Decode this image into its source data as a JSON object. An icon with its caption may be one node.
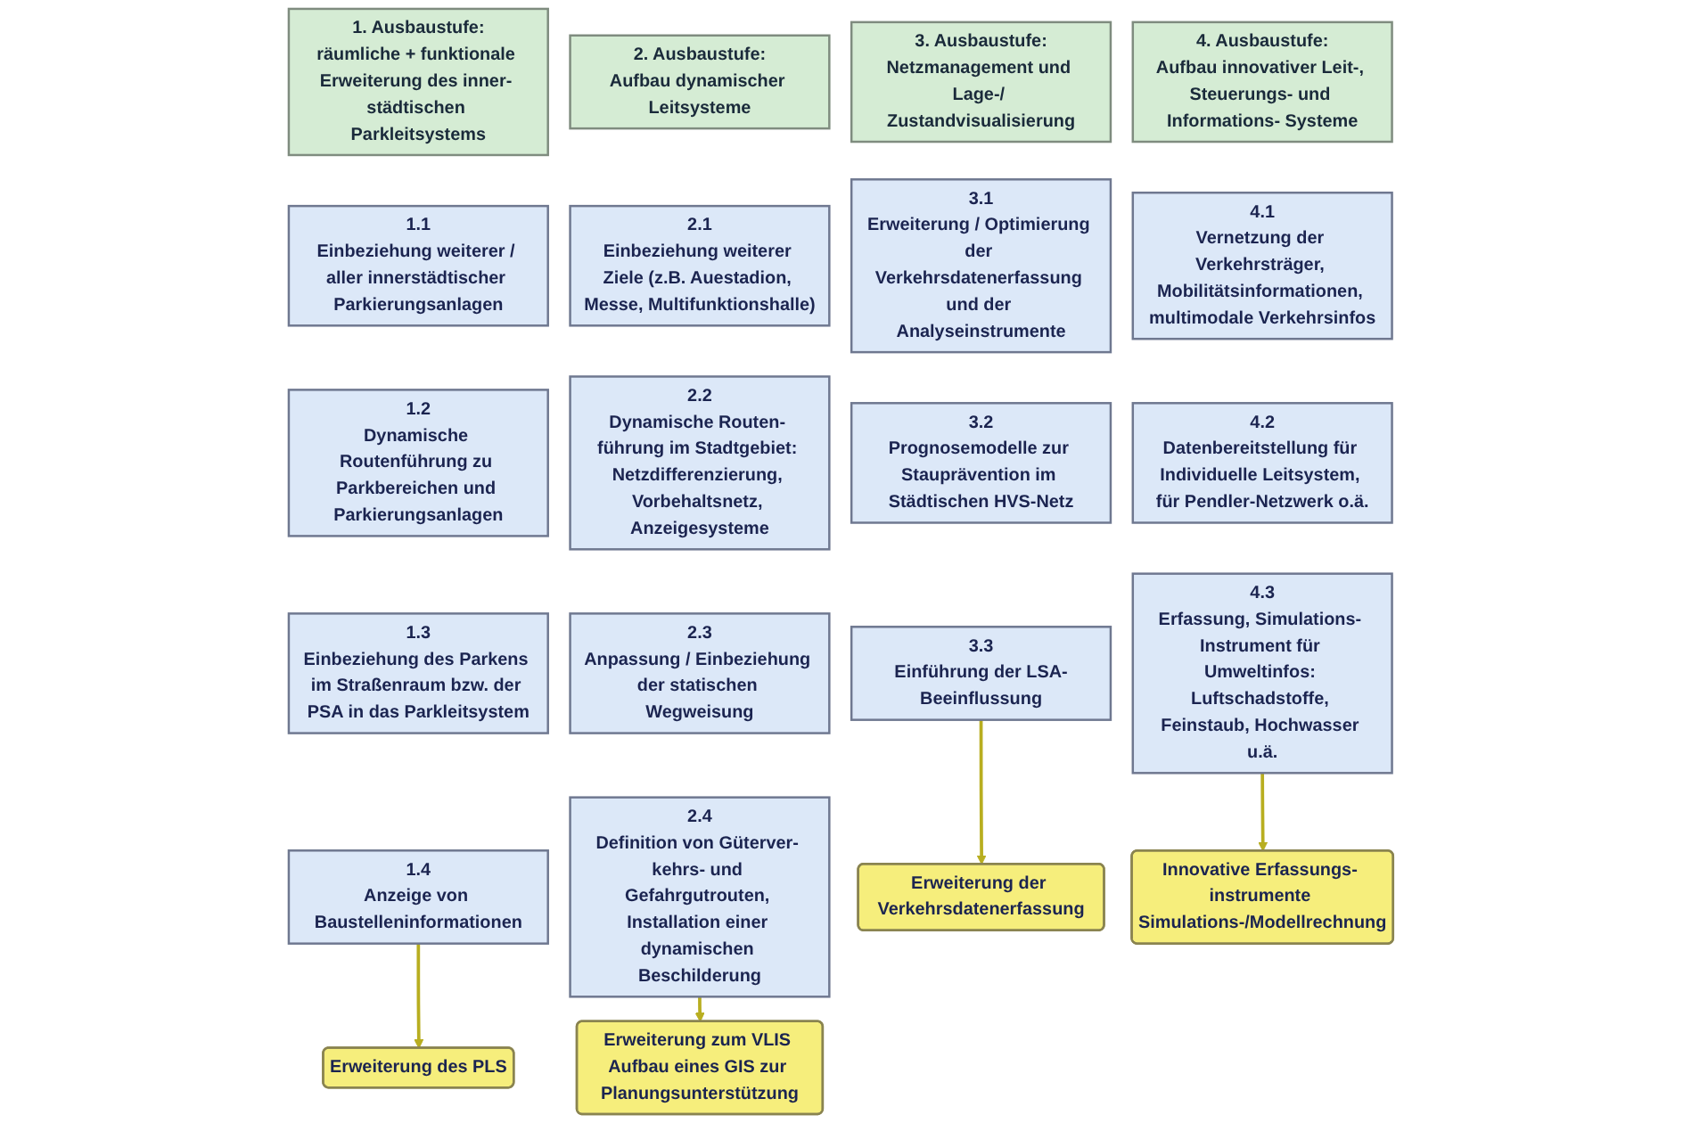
{
  "diagram": {
    "nodes": [
      {
        "text": [
          "1. Ausbaustufe:",
          "räumliche + funktionale Erweiterung des inner- städtischen Parkleitsystems"
        ]
      },
      {
        "text": [
          "1.1",
          "Einbeziehung weiterer / aller innerstädtischer Parkierungsanlagen"
        ]
      },
      {
        "text": [
          "1.2",
          "Dynamische Routenführung zu Parkbereichen und Parkierungsanlagen"
        ]
      },
      {
        "text": [
          "1.3",
          "Einbeziehung des Parkens im Straßenraum bzw. der PSA in das Parkleitsystem"
        ]
      },
      {
        "text": [
          "1.4",
          "Anzeige von Baustelleninformationen"
        ]
      },
      {
        "text": [
          "Erweiterung des PLS"
        ]
      },
      {
        "text": [
          "2. Ausbaustufe:",
          "Aufbau dynamischer Leitsysteme"
        ]
      },
      {
        "text": [
          "2.1",
          "Einbeziehung weiterer Ziele (z.B. Auestadion, Messe, Multifunktionshalle)"
        ]
      },
      {
        "text": [
          "2.2",
          "Dynamische Routen- führung im Stadtgebiet: Netzdifferenzierung, Vorbehaltsnetz, Anzeigesysteme"
        ]
      },
      {
        "text": [
          "2.3",
          "Anpassung / Einbeziehung der statischen Wegweisung"
        ]
      },
      {
        "text": [
          "2.4",
          "Definition von Güterver- kehrs- und Gefahrgutrouten, Installation einer dynamischen Beschilderung"
        ]
      },
      {
        "text": [
          "Erweiterung zum VLIS Aufbau eines GIS zur Planungsunterstützung"
        ]
      },
      {
        "text": [
          "3. Ausbaustufe:",
          "Netzmanagement und Lage-/ Zustandvisualisierung"
        ]
      },
      {
        "text": [
          "3.1",
          "Erweiterung / Optimierung der Verkehrsdatenerfassung und der Analyseinstrumente"
        ]
      },
      {
        "text": [
          "3.2",
          "Prognosemodelle zur Stauprävention im Städtischen HVS-Netz"
        ]
      },
      {
        "text": [
          "3.3",
          "Einführung der LSA-Beeinflussung"
        ]
      },
      {
        "text": [
          "Erweiterung der Verkehrsdatenerfassung"
        ]
      },
      {
        "text": [
          "4. Ausbaustufe:",
          "Aufbau innovativer Leit-, Steuerungs- und Informations- Systeme"
        ]
      },
      {
        "text": [
          "4.1",
          "Vernetzung der Verkehrsträger, Mobilitätsinformationen, multimodale Verkehrsinfos"
        ]
      },
      {
        "text": [
          "4.2",
          "Datenbereitstellung für Individuelle Leitsystem, für Pendler-Netzwerk o.ä."
        ]
      },
      {
        "text": [
          "4.3",
          "Erfassung, Simulations- Instrument für Umweltinfos: Luftschadstoffe, Feinstaub, Hochwasser u.ä."
        ]
      },
      {
        "text": [
          "Innovative Erfassungs- instrumente Simulations-/Modellrechnung"
        ]
      }
    ],
    "edges": [
      {
        "from": 4,
        "to": 5,
        "arrow": "to"
      },
      {
        "from": 10,
        "to": 11,
        "arrow": "to"
      },
      {
        "from": 15,
        "to": 16,
        "arrow": "to"
      },
      {
        "from": 20,
        "to": 21,
        "arrow": "to"
      }
    ]
  }
}
